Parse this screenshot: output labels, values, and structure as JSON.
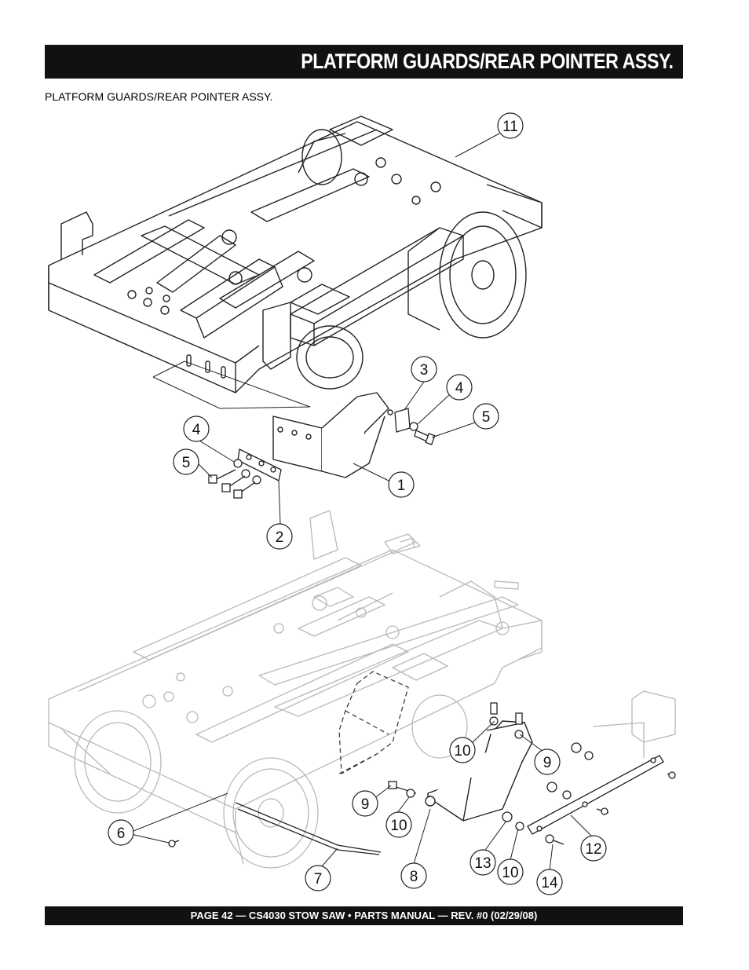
{
  "header": {
    "title": "PLATFORM GUARDS/REAR POINTER ASSY."
  },
  "subtitle": "PLATFORM GUARDS/REAR POINTER ASSY.",
  "callouts": [
    "11",
    "3",
    "4",
    "5",
    "4",
    "5",
    "1",
    "2",
    "10",
    "9",
    "9",
    "10",
    "6",
    "13",
    "10",
    "12",
    "7",
    "8",
    "14"
  ],
  "footer": {
    "text": "PAGE 42 — CS4030 STOW SAW • PARTS MANUAL — REV. #0 (02/29/08)"
  }
}
